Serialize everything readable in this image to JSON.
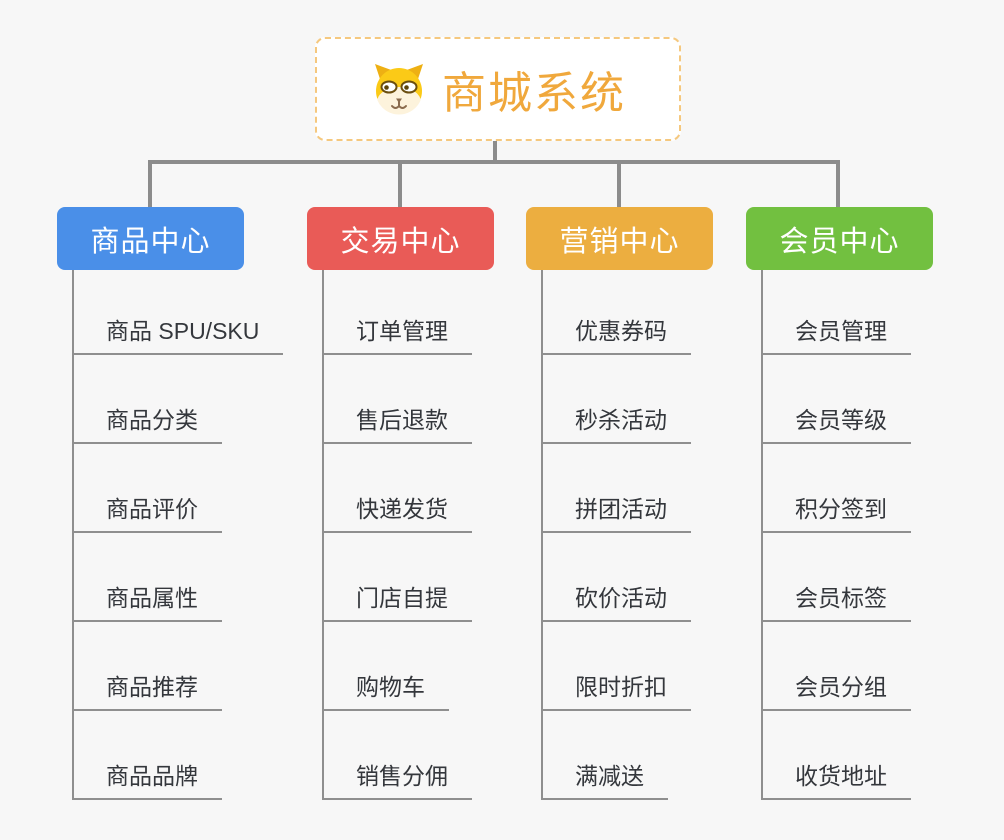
{
  "root": {
    "title": "商城系统",
    "icon": "dog-face"
  },
  "branches": [
    {
      "label": "商品中心",
      "color": "#4a8fe8",
      "items": [
        "商品 SPU/SKU",
        "商品分类",
        "商品评价",
        "商品属性",
        "商品推荐",
        "商品品牌"
      ]
    },
    {
      "label": "交易中心",
      "color": "#e95b57",
      "items": [
        "订单管理",
        "售后退款",
        "快递发货",
        "门店自提",
        "购物车",
        "销售分佣"
      ]
    },
    {
      "label": "营销中心",
      "color": "#ecae40",
      "items": [
        "优惠券码",
        "秒杀活动",
        "拼团活动",
        "砍价活动",
        "限时折扣",
        "满减送"
      ]
    },
    {
      "label": "会员中心",
      "color": "#72c040",
      "items": [
        "会员管理",
        "会员等级",
        "积分签到",
        "会员标签",
        "会员分组",
        "收货地址"
      ]
    }
  ],
  "style": {
    "background": "#f7f7f7",
    "root_title_color": "#f0a83c",
    "root_border_color": "#f5c87e",
    "connector_color": "#8c8c8c",
    "leaf_line_color": "#8f8f8f",
    "leaf_text_color": "#34373c"
  }
}
